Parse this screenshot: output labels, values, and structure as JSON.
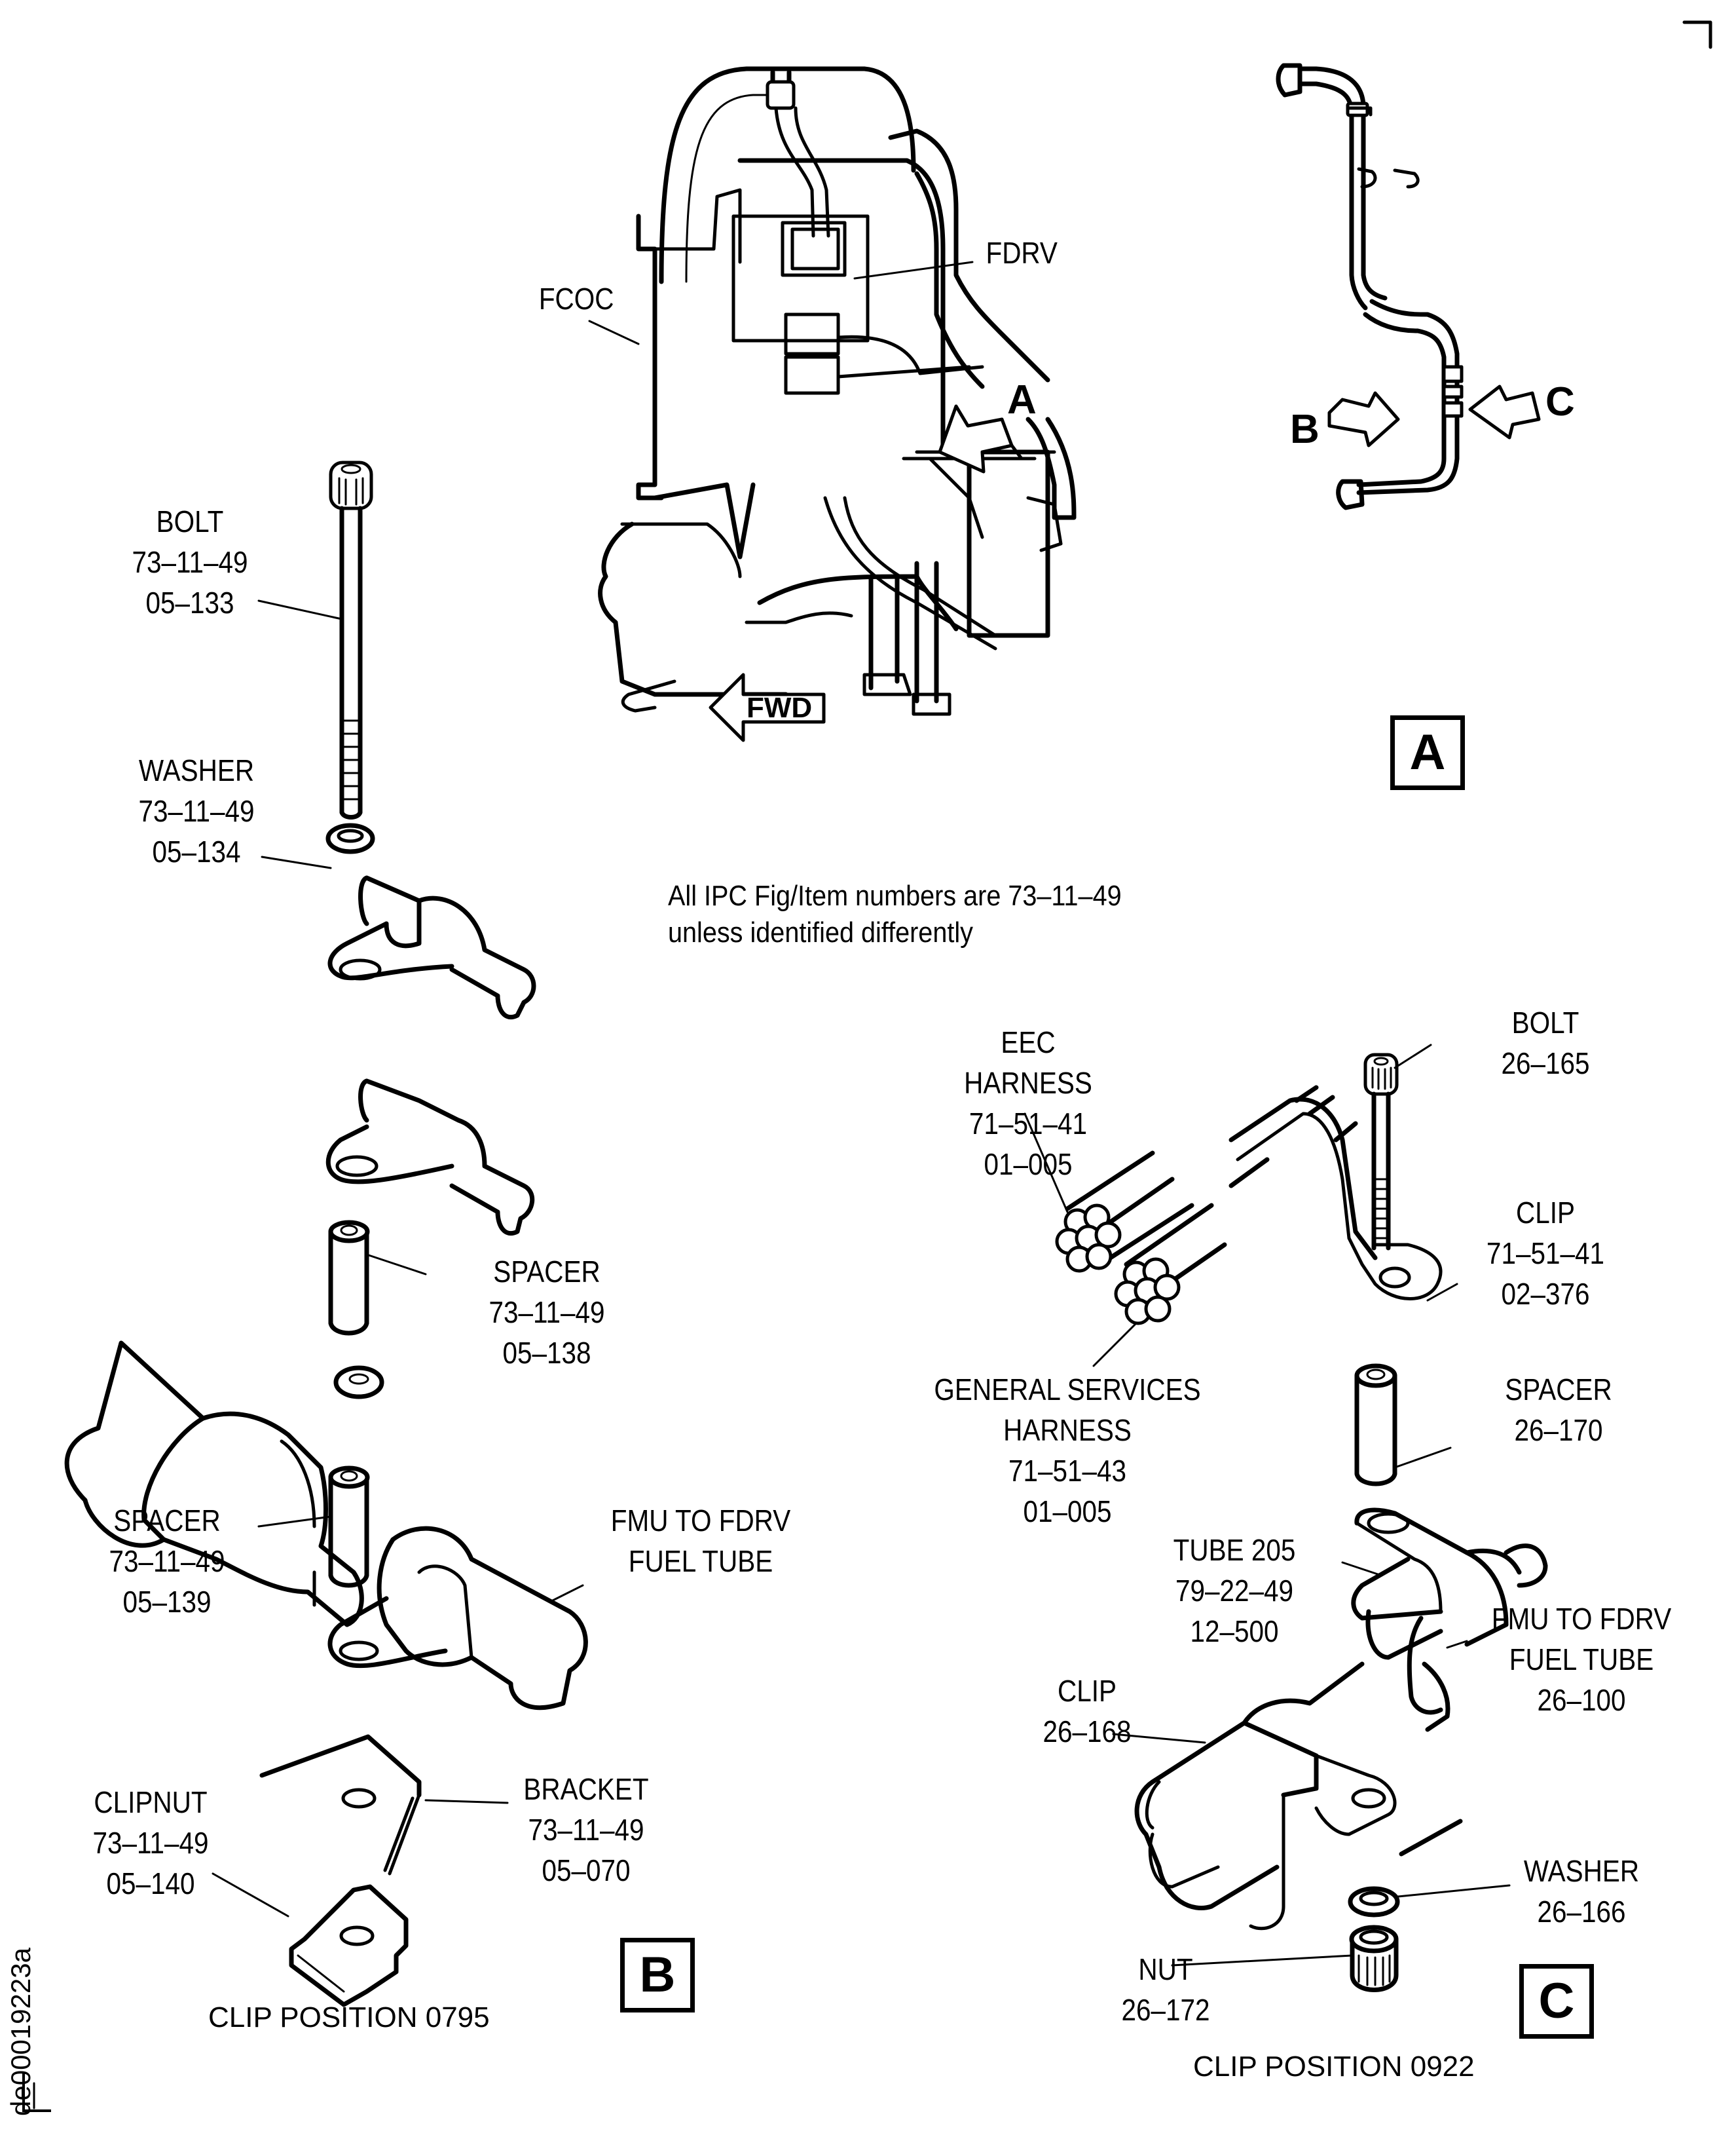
{
  "figure": {
    "document_id": "de00019223a",
    "note_line1": "All IPC Fig/Item numbers are 73–11–49",
    "note_line2": "unless identified differently"
  },
  "overview": {
    "labels": {
      "fcoc": "FCOC",
      "fdrv": "FDRV",
      "view_a_arrow": "A",
      "fwd": "FWD"
    }
  },
  "view_a": {
    "title": "A",
    "arrow_b": "B",
    "arrow_c": "C"
  },
  "view_b": {
    "title": "B",
    "caption": "CLIP POSITION 0795",
    "parts": [
      {
        "name": "BOLT",
        "ref1": "73–11–49",
        "ref2": "05–133"
      },
      {
        "name": "WASHER",
        "ref1": "73–11–49",
        "ref2": "05–134"
      },
      {
        "name": "SPACER",
        "ref1": "73–11–49",
        "ref2": "05–138"
      },
      {
        "name": "SPACER",
        "ref1": "73–11–49",
        "ref2": "05–139"
      },
      {
        "name": "FMU TO FDRV",
        "ref1": "FUEL TUBE"
      },
      {
        "name": "CLIPNUT",
        "ref1": "73–11–49",
        "ref2": "05–140"
      },
      {
        "name": "BRACKET",
        "ref1": "73–11–49",
        "ref2": "05–070"
      }
    ]
  },
  "view_c": {
    "title": "C",
    "caption": "CLIP POSITION 0922",
    "parts": [
      {
        "name": "EEC",
        "ref0": "HARNESS",
        "ref1": "71–51–41",
        "ref2": "01–005"
      },
      {
        "name": "BOLT",
        "ref1": "26–165"
      },
      {
        "name": "CLIP",
        "ref1": "71–51–41",
        "ref2": "02–376"
      },
      {
        "name": "GENERAL SERVICES",
        "ref0": "HARNESS",
        "ref1": "71–51–43",
        "ref2": "01–005"
      },
      {
        "name": "SPACER",
        "ref1": "26–170"
      },
      {
        "name": "TUBE 205",
        "ref1": "79–22–49",
        "ref2": "12–500"
      },
      {
        "name": "CLIP",
        "ref1": "26–168"
      },
      {
        "name": "FMU TO FDRV",
        "ref0": "FUEL TUBE",
        "ref1": "26–100"
      },
      {
        "name": "WASHER",
        "ref1": "26–166"
      },
      {
        "name": "NUT",
        "ref1": "26–172"
      }
    ]
  }
}
